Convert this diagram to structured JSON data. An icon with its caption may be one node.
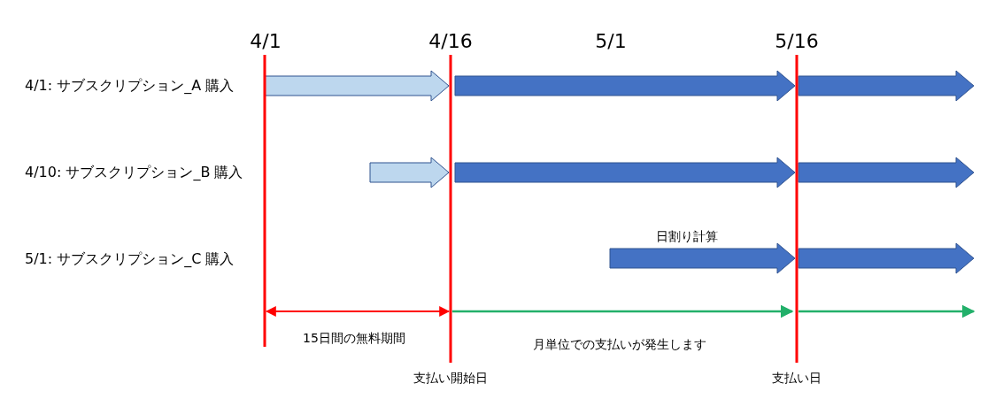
{
  "diagram": {
    "labels": [
      "4/1",
      "4/16",
      "5/1",
      "5/16",
      "4/1: サブスクリプション_A 購入",
      "4/10: サブスクリプション_B 購入",
      "日割り計算",
      "5/1: サブスクリプション_C 購入",
      "15日間の無料期間",
      "月単位での支払いが発生します",
      "支払い開始日",
      "支払い日"
    ]
  }
}
